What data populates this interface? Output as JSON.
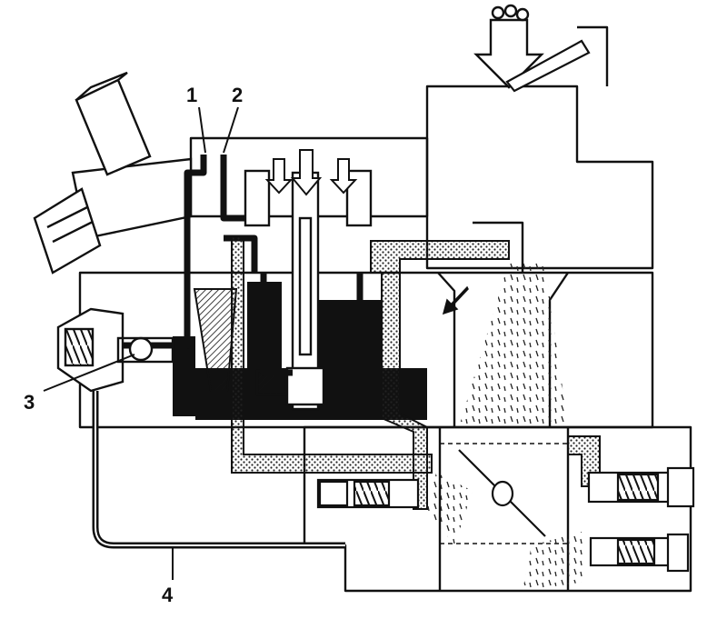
{
  "diagram": {
    "callouts": [
      {
        "id": "1",
        "text": "1"
      },
      {
        "id": "2",
        "text": "2"
      },
      {
        "id": "3",
        "text": "3"
      },
      {
        "id": "4",
        "text": "4"
      }
    ],
    "colors": {
      "ink": "#111111",
      "paper": "#ffffff",
      "fuel_fill": "#111111",
      "stipple": "#222222"
    }
  }
}
